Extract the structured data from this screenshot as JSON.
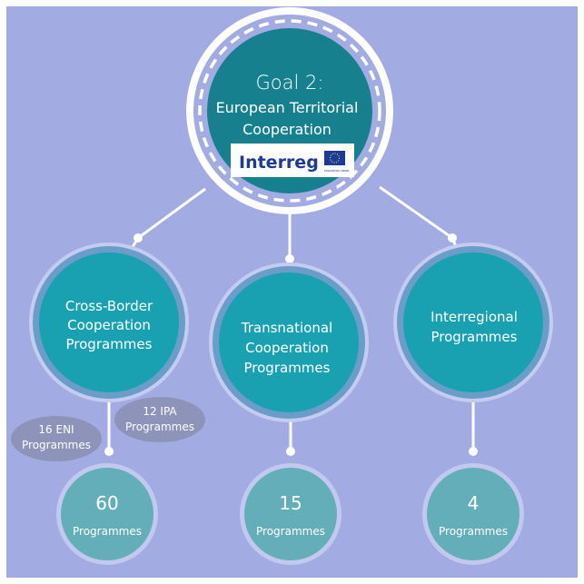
{
  "colors": {
    "background": "#a2ace3",
    "goal_teal": "#16808f",
    "node_teal": "#19a0b1",
    "count_teal": "#63aeb8",
    "note_grey": "#8d93b9"
  },
  "goal": {
    "line1": "Goal 2:",
    "line2": "European Territorial",
    "line3": "Cooperation",
    "logo_text": "Interreg",
    "logo_subtext": "EUROPEAN UNION"
  },
  "branches": [
    {
      "l1": "Cross-Border",
      "l2": "Cooperation",
      "l3": "Programmes",
      "count": "60",
      "count_label": "Programmes"
    },
    {
      "l1": "Transnational",
      "l2": "Cooperation",
      "l3": "Programmes",
      "count": "15",
      "count_label": "Programmes"
    },
    {
      "l1": "Interregional",
      "l2": "Programmes",
      "count": "4",
      "count_label": "Programmes"
    }
  ],
  "notes": [
    {
      "l1": "16 ENI",
      "l2": "Programmes"
    },
    {
      "l1": "12 IPA",
      "l2": "Programmes"
    }
  ]
}
